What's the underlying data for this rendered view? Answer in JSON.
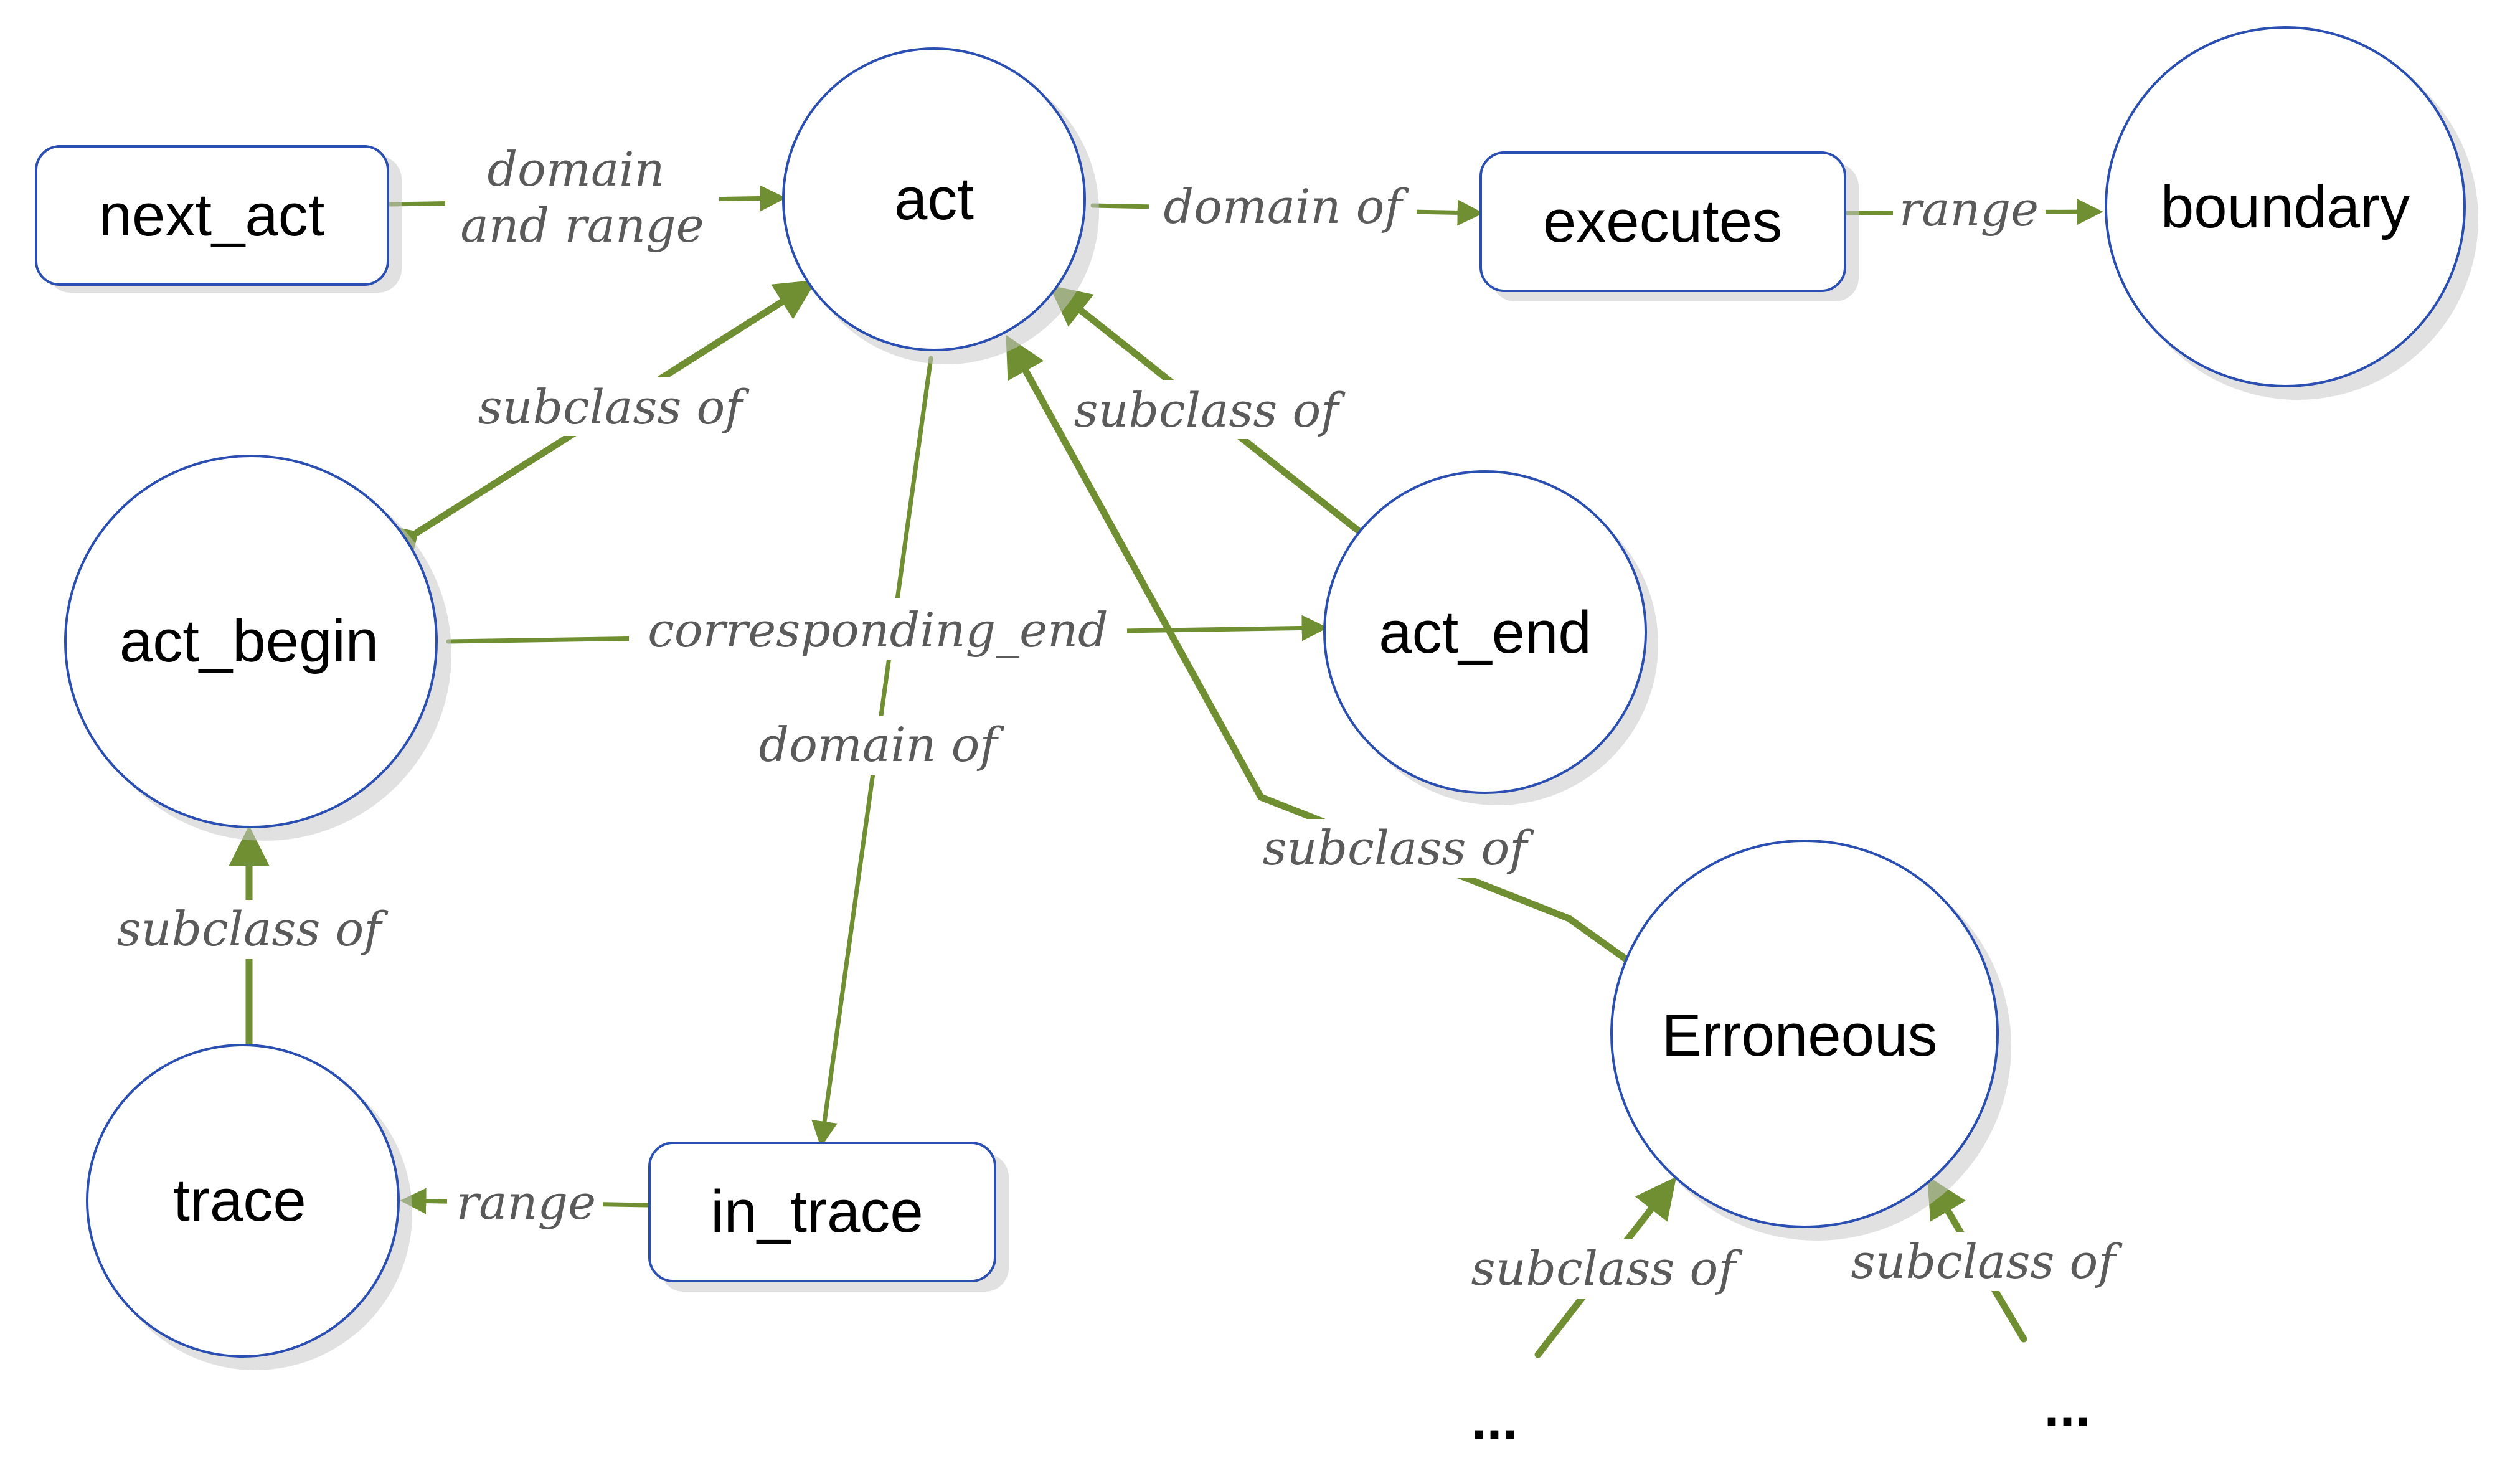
{
  "nodes": {
    "next_act": "next_act",
    "act": "act",
    "executes": "executes",
    "boundary": "boundary",
    "act_begin": "act_begin",
    "act_end": "act_end",
    "trace": "trace",
    "in_trace": "in_trace",
    "erroneous": "Erroneous",
    "ellipsis_left": "...",
    "ellipsis_right": "..."
  },
  "edges": {
    "next_act_to_act_line1": "domain",
    "next_act_to_act_line2": "and range",
    "act_to_executes": "domain of",
    "executes_to_boundary": "range",
    "act_begin_subclass": "subclass of",
    "act_end_subclass": "subclass of",
    "corresponding_end": "corresponding_end",
    "act_to_in_trace": "domain of",
    "erroneous_subclass": "subclass of",
    "trace_subclass": "subclass of",
    "in_trace_range": "range",
    "erroneous_child_left": "subclass of",
    "erroneous_child_right": "subclass of"
  },
  "colors": {
    "edge": "#6f8f32",
    "node_border": "#2b4fb0",
    "edge_label": "#5a5a5a"
  }
}
